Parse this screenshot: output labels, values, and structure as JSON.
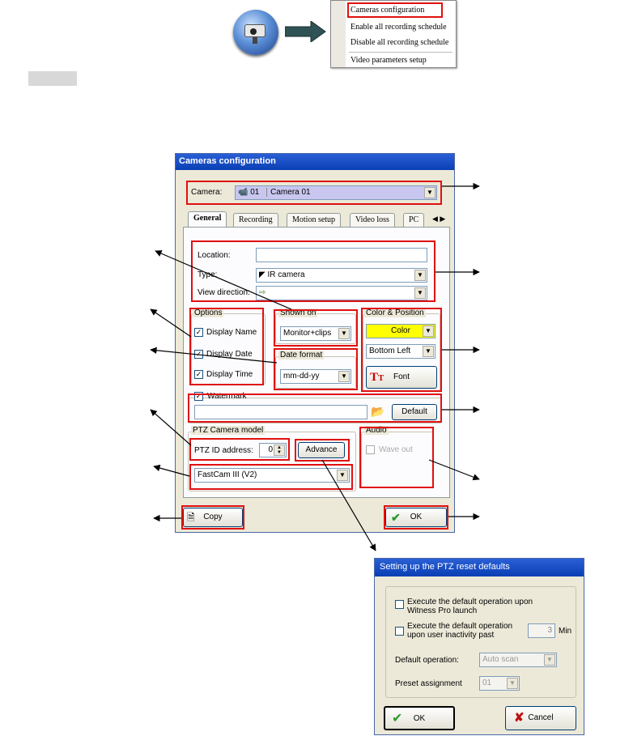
{
  "context_menu": {
    "items": [
      "Cameras configuration",
      "Enable all recording schedule",
      "Disable all recording schedule",
      "Video parameters setup"
    ]
  },
  "dialog": {
    "title": "Cameras configuration",
    "camera_label": "Camera:",
    "camera_value": "01",
    "camera_name": "Camera 01",
    "tabs": [
      "General",
      "Recording",
      "Motion setup",
      "Video loss",
      "PC"
    ],
    "location_label": "Location:",
    "location_value": "",
    "type_label": "Type:",
    "type_value": "IR camera",
    "view_direction_label": "View direction:",
    "options": {
      "title": "Options",
      "items": [
        {
          "label": "Display Name",
          "checked": true
        },
        {
          "label": "Display Date",
          "checked": true
        },
        {
          "label": "Display Time",
          "checked": true
        }
      ]
    },
    "shown_on": {
      "title": "Shown on",
      "value": "Monitor+clips"
    },
    "date_format": {
      "title": "Date format",
      "value": "mm-dd-yy"
    },
    "color_position": {
      "title": "Color & Position",
      "color_value": "Color",
      "position_value": "Bottom Left",
      "font_label": "Font"
    },
    "watermark": {
      "label": "Watermark",
      "checked": true,
      "default_label": "Default"
    },
    "ptz": {
      "title": "PTZ Camera model",
      "id_label": "PTZ ID address:",
      "id_value": "0",
      "advance_label": "Advance",
      "model_value": "FastCam III (V2)"
    },
    "audio": {
      "title": "Audio",
      "wave_label": "Wave out"
    },
    "copy_label": "Copy",
    "ok_label": "OK"
  },
  "ptz_dialog": {
    "title": "Setting up the PTZ reset defaults",
    "option1": "Execute the default operation upon Witness Pro launch",
    "option2": "Execute the default operation upon user inactivity past",
    "minutes_value": "3",
    "minutes_unit": "Min",
    "default_op_label": "Default operation:",
    "default_op_value": "Auto scan",
    "preset_label": "Preset assignment",
    "preset_value": "01",
    "ok_label": "OK",
    "cancel_label": "Cancel"
  },
  "colors": {
    "highlight": "#e01010",
    "title_bar": "#0a3fb4",
    "color_swatch": "#ffff00",
    "arrow": "#2c4a4a"
  }
}
